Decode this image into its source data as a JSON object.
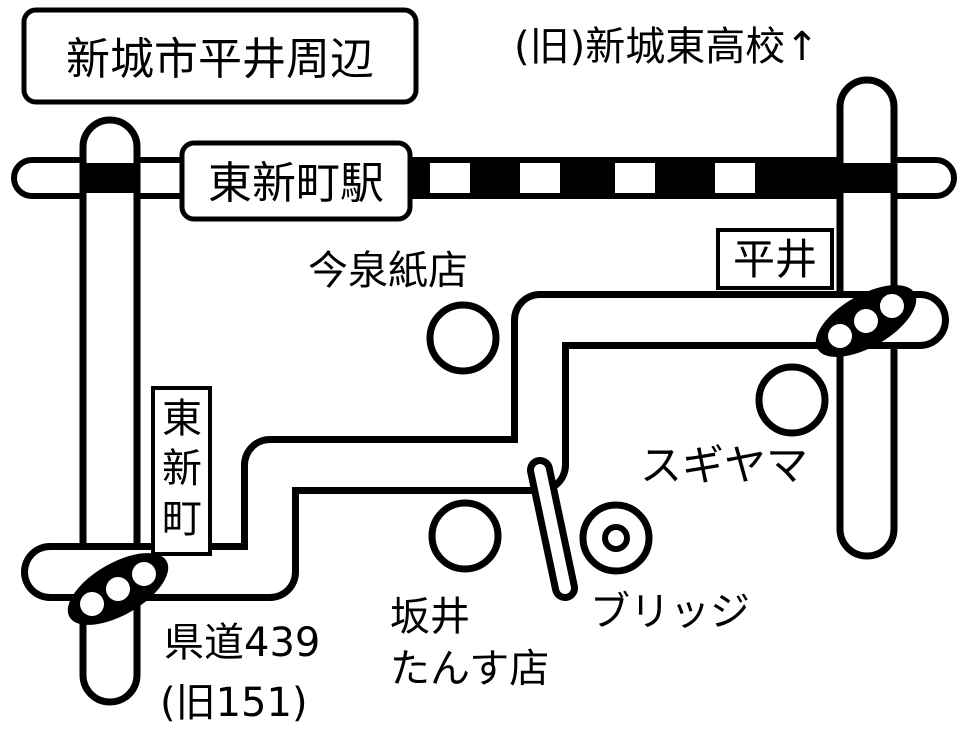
{
  "map": {
    "title": "新城市平井周辺",
    "north_note": "(旧)新城東高校↑",
    "station": "東新町駅",
    "area_hirai": "平井",
    "area_higashishinmachi": [
      "東",
      "新",
      "町"
    ],
    "landmarks": {
      "imaizumi": "今泉紙店",
      "sugiyama": "スギヤマ",
      "sakai_line1": "坂井",
      "sakai_line2": "たんす店",
      "bridge": "ブリッジ"
    },
    "road": {
      "line1": "県道439",
      "line2": "(旧151)"
    },
    "colors": {
      "ink": "#000000",
      "paper": "#ffffff"
    }
  }
}
